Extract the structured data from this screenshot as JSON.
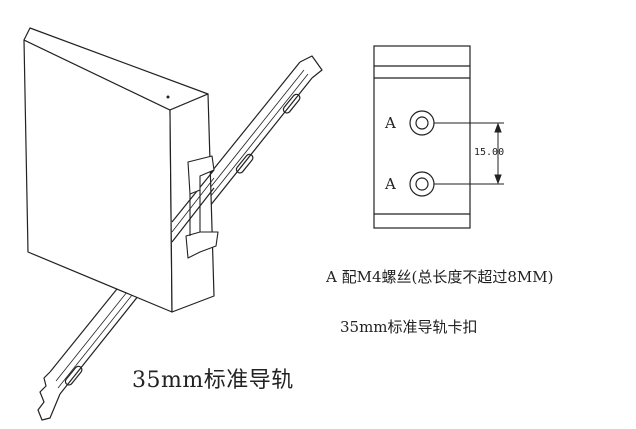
{
  "labels": {
    "hole_label_top": "A",
    "hole_label_bottom": "A",
    "dimension": "15.00",
    "screw_note": "A 配M4螺丝(总长度不超过8MM)",
    "clip_name": "35mm标准导轨卡扣",
    "rail_name": "35mm标准导轨"
  },
  "colors": {
    "line": "#222222",
    "paper": "#ffffff"
  }
}
